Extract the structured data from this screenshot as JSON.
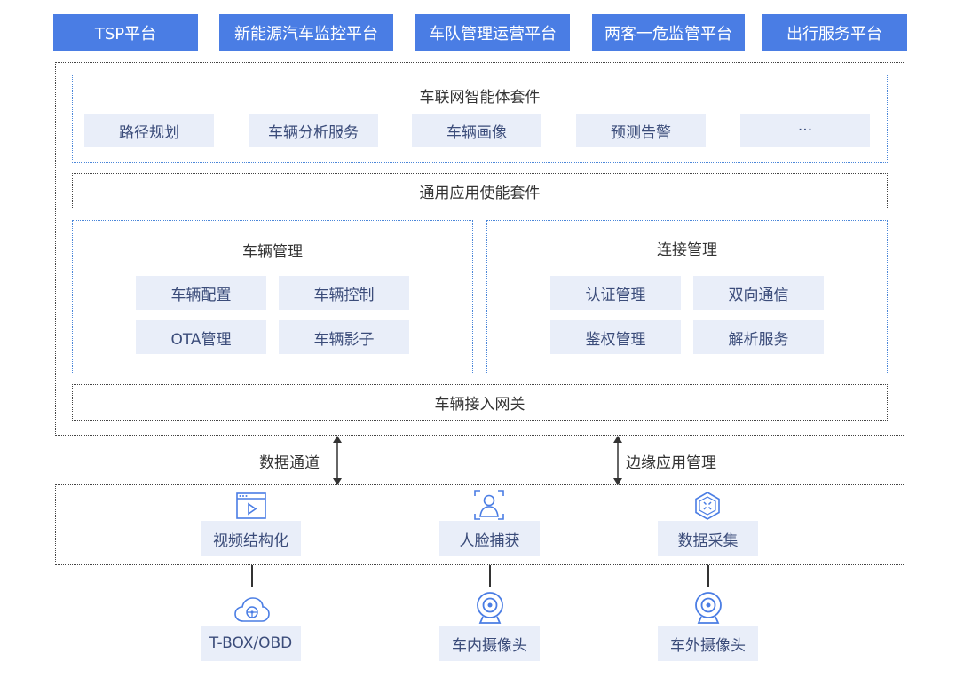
{
  "platforms": [
    "TSP平台",
    "新能源汽车监控平台",
    "车队管理运营平台",
    "两客一危监管平台",
    "出行服务平台"
  ],
  "agent_suite": {
    "title": "车联网智能体套件",
    "items": [
      "路径规划",
      "车辆分析服务",
      "车辆画像",
      "预测告警",
      "···"
    ]
  },
  "general_suite": "通用应用使能套件",
  "vehicle_mgmt": {
    "title": "车辆管理",
    "items": [
      "车辆配置",
      "车辆控制",
      "OTA管理",
      "车辆影子"
    ]
  },
  "connect_mgmt": {
    "title": "连接管理",
    "items": [
      "认证管理",
      "双向通信",
      "鉴权管理",
      "解析服务"
    ]
  },
  "gateway": "车辆接入网关",
  "links": {
    "data_channel": "数据通道",
    "edge_mgmt": "边缘应用管理"
  },
  "edge": {
    "items": [
      {
        "label": "视频结构化",
        "icon": "video-play-icon"
      },
      {
        "label": "人脸捕获",
        "icon": "face-capture-icon"
      },
      {
        "label": "数据采集",
        "icon": "data-collect-icon"
      }
    ]
  },
  "devices": [
    {
      "label": "T-BOX/OBD",
      "icon": "cloud-steering-icon"
    },
    {
      "label": "车内摄像头",
      "icon": "camera-icon"
    },
    {
      "label": "车外摄像头",
      "icon": "camera-icon"
    }
  ],
  "colors": {
    "accent": "#4a7de4",
    "chip_bg": "#e9eef9",
    "chip_text": "#3b4c7a"
  }
}
